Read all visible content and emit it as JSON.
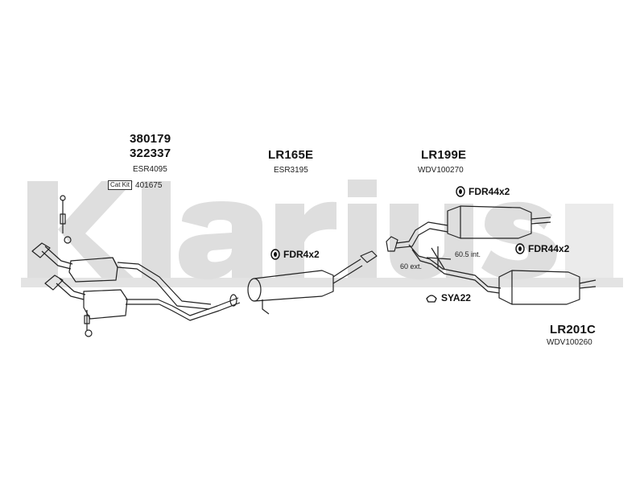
{
  "watermark": {
    "text": "Klarius",
    "color": "#dcdcdc"
  },
  "groups": {
    "front": {
      "code_1": "380179",
      "code_2": "322337",
      "ref": "ESR4095",
      "catkit_label": "Cat Kit",
      "catkit_value": "401675"
    },
    "middle": {
      "code": "LR165E",
      "ref": "ESR3195",
      "mount": "FDR4x2"
    },
    "rear1": {
      "code": "LR199E",
      "ref": "WDV100270",
      "mount_top": "FDR44x2",
      "mount_right": "FDR44x2",
      "dim_ext": "60 ext.",
      "dim_int": "60.5 int.",
      "clamp": "SYA22"
    },
    "rear2": {
      "code": "LR201C",
      "ref": "WDV100260"
    }
  }
}
